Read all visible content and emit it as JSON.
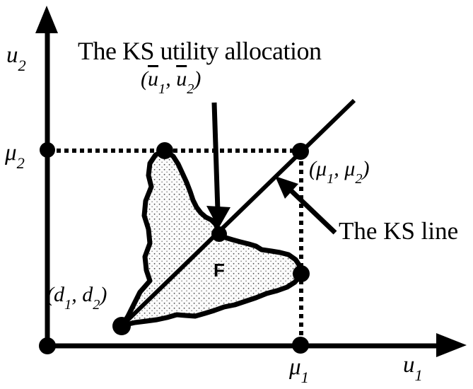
{
  "figure": {
    "background_color": "#ffffff",
    "ink_color": "#000000",
    "labels": {
      "title": "The KS utility allocation",
      "ks_line": "The KS line",
      "region": "F"
    },
    "math_labels": {
      "ks_point": {
        "open": "(",
        "var1": "u",
        "sub1": "1",
        "sep": ", ",
        "var2": "u",
        "sub2": "2",
        "close": ")"
      },
      "mu_point": {
        "open": "(",
        "var1": "μ",
        "sub1": "1",
        "sep": ", ",
        "var2": "μ",
        "sub2": "2",
        "close": ")"
      },
      "d_point": {
        "open": "(",
        "var1": "d",
        "sub1": "1",
        "sep": ", ",
        "var2": "d",
        "sub2": "2",
        "close": ")"
      },
      "y_axis": {
        "base": "u",
        "sub": "2"
      },
      "x_axis": {
        "base": "u",
        "sub": "1"
      },
      "y_tick": {
        "base": "μ",
        "sub": "2"
      },
      "x_tick": {
        "base": "μ",
        "sub": "1"
      }
    }
  }
}
